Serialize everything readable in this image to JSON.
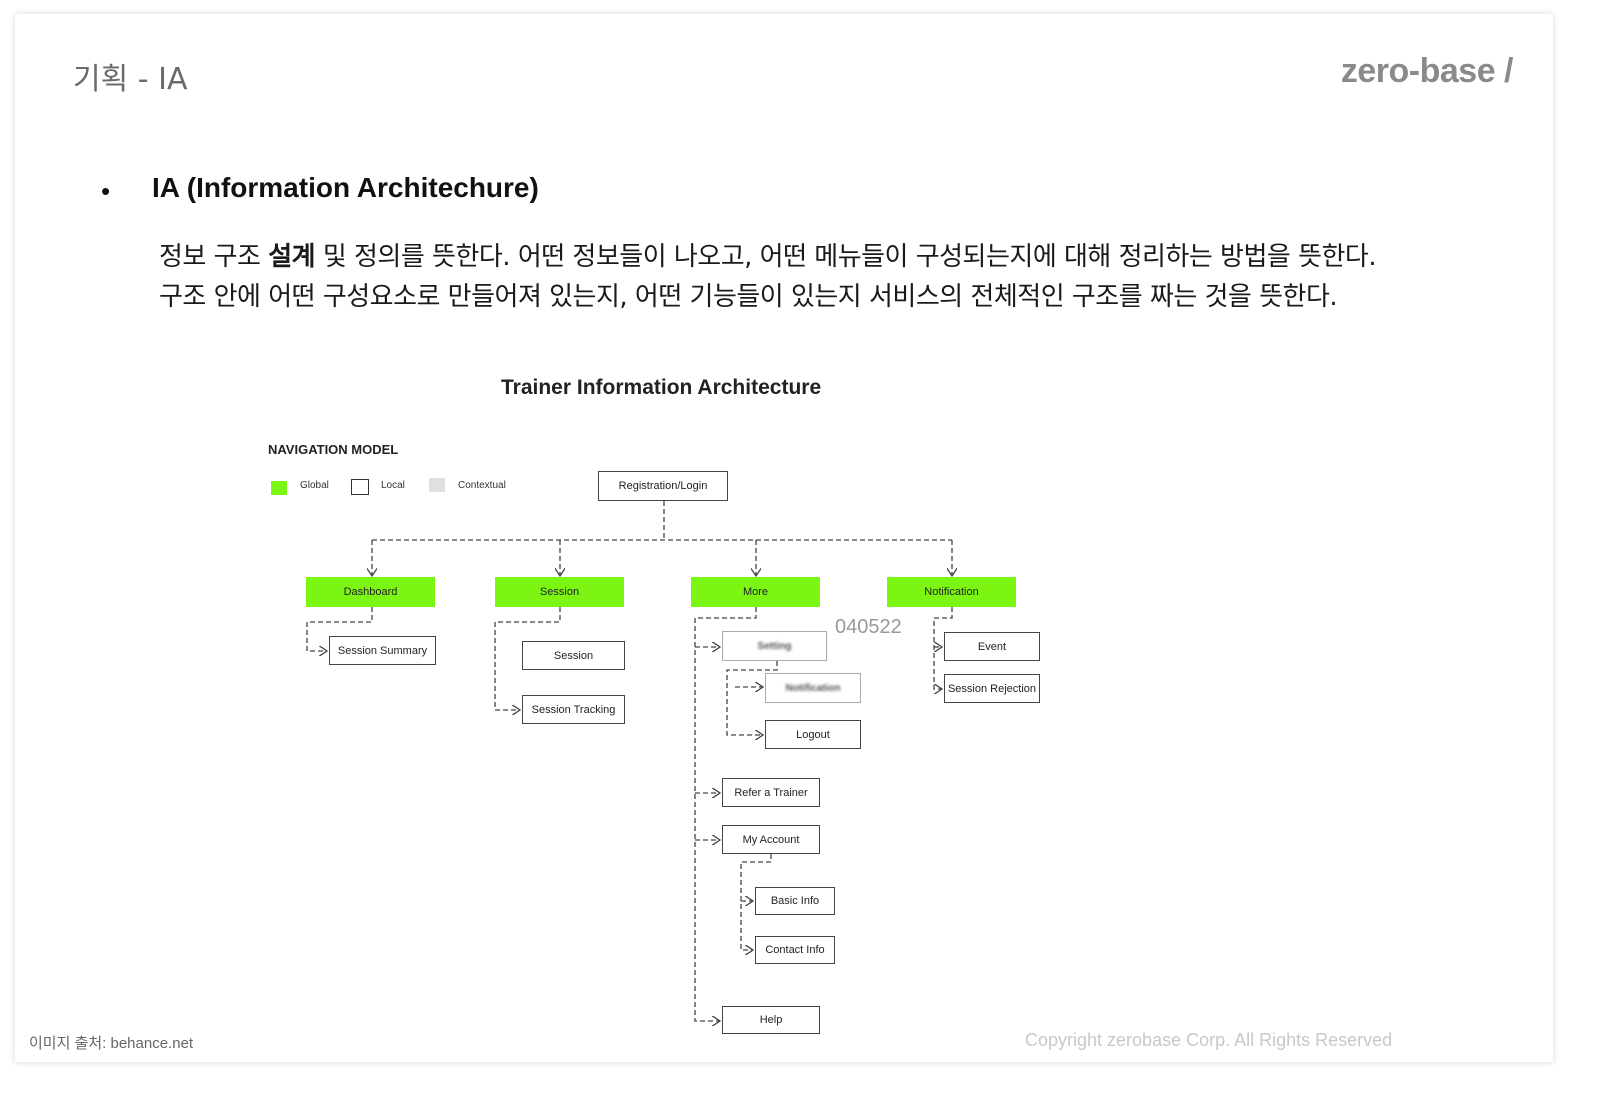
{
  "header": {
    "title": "기획 - IA",
    "logo": "zero-base /"
  },
  "section": {
    "bullet": "•",
    "heading": "IA (Information Architechure)",
    "para1_a": "정보 구조 ",
    "para1_bold": "설계",
    "para1_b": " 및 정의를 뜻한다. 어떤 정보들이 나오고, 어떤 메뉴들이 구성되는지에 대해 정리하는 방법을 뜻한다.",
    "para2": "구조 안에 어떤 구성요소로 만들어져 있는지, 어떤 기능들이 있는지 서비스의 전체적인 구조를 짜는 것을 뜻한다."
  },
  "diagram": {
    "title": "Trainer Information Architecture",
    "nav_model_label": "NAVIGATION MODEL",
    "legend": [
      {
        "label": "Global",
        "color": "#7cf512"
      },
      {
        "label": "Local",
        "color": "#ffffff"
      },
      {
        "label": "Contextual",
        "color": "#e0e0e0"
      }
    ],
    "root": "Registration/Login",
    "global_nodes": {
      "dashboard": "Dashboard",
      "session": "Session",
      "more": "More",
      "notification": "Notification"
    },
    "dashboard_children": [
      "Session Summary"
    ],
    "session_children": [
      "Session",
      "Session Tracking"
    ],
    "more_children": {
      "setting": "Setting",
      "notification_settings": "Notification",
      "logout": "Logout",
      "refer": "Refer a Trainer",
      "my_account": "My Account",
      "basic_info": "Basic Info",
      "contact_info": "Contact Info",
      "help": "Help"
    },
    "notification_children": [
      "Event",
      "Session Rejection"
    ],
    "watermark": "040522"
  },
  "footer": {
    "source": "이미지 출처: behance.net",
    "copyright": "Copyright zerobase Corp. All Rights Reserved"
  },
  "colors": {
    "global": "#7cf512",
    "text": "#111111",
    "logo": "#8a8a8a"
  }
}
